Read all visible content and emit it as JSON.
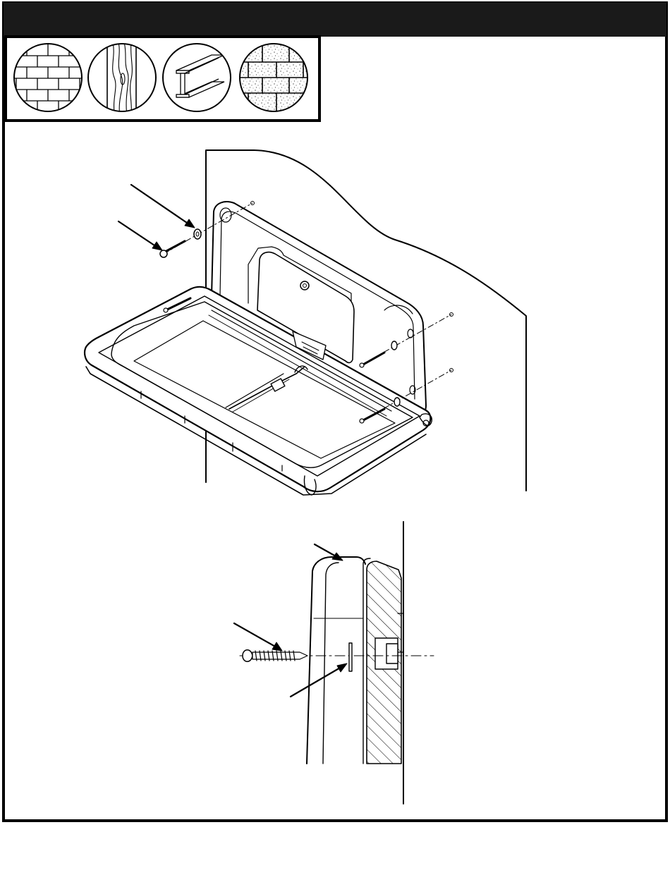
{
  "header": {
    "title": ""
  },
  "wall_types": [
    {
      "name": "brick-wall",
      "icon": "brick-wall-icon"
    },
    {
      "name": "wood-stud-wall",
      "icon": "wood-grain-icon"
    },
    {
      "name": "steel-beam-wall",
      "icon": "i-beam-icon"
    },
    {
      "name": "concrete-block-wall",
      "icon": "concrete-block-icon"
    }
  ],
  "figure": {
    "upper_view": "changing-station-open-isometric",
    "lower_view": "wall-mount-cross-section"
  },
  "colors": {
    "ink": "#000000",
    "panel_bar": "#1a1a1a",
    "paper": "#ffffff"
  }
}
